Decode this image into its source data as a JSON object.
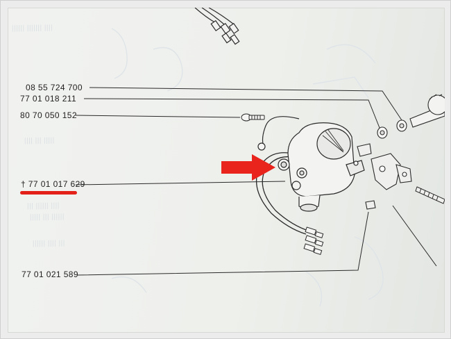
{
  "part_numbers": [
    {
      "id": "p1",
      "label": "08 55 724 700"
    },
    {
      "id": "p2",
      "label": "77 01 018 211"
    },
    {
      "id": "p3",
      "label": "80 70 050 152"
    },
    {
      "id": "p4",
      "label": "† 77 01 017 629"
    },
    {
      "id": "p5",
      "label": "77 01 021 589"
    }
  ],
  "highlight": {
    "target": "† 77 01 017 629",
    "color": "#e32119"
  },
  "colors": {
    "arrow": "#e8241c",
    "line": "#2a2a2a",
    "paper": "#eef0ec"
  }
}
